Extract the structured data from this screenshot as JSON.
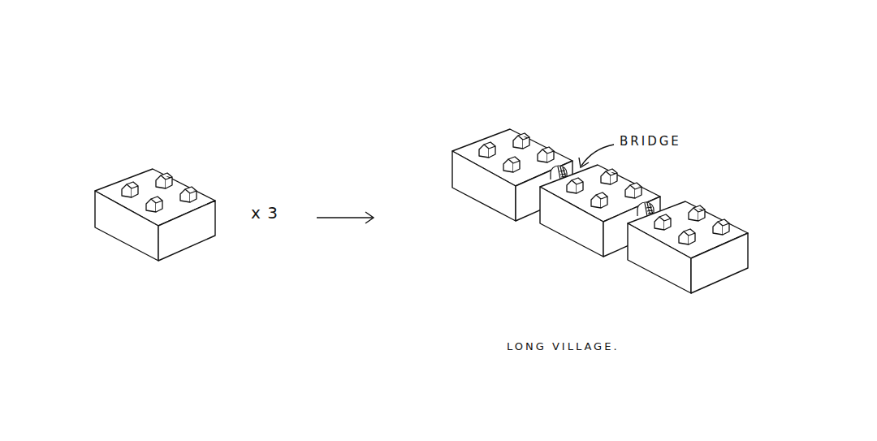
{
  "diagram": {
    "labels": [
      "x 3",
      "BRIDGE",
      "LONG VILLAGE."
    ]
  }
}
